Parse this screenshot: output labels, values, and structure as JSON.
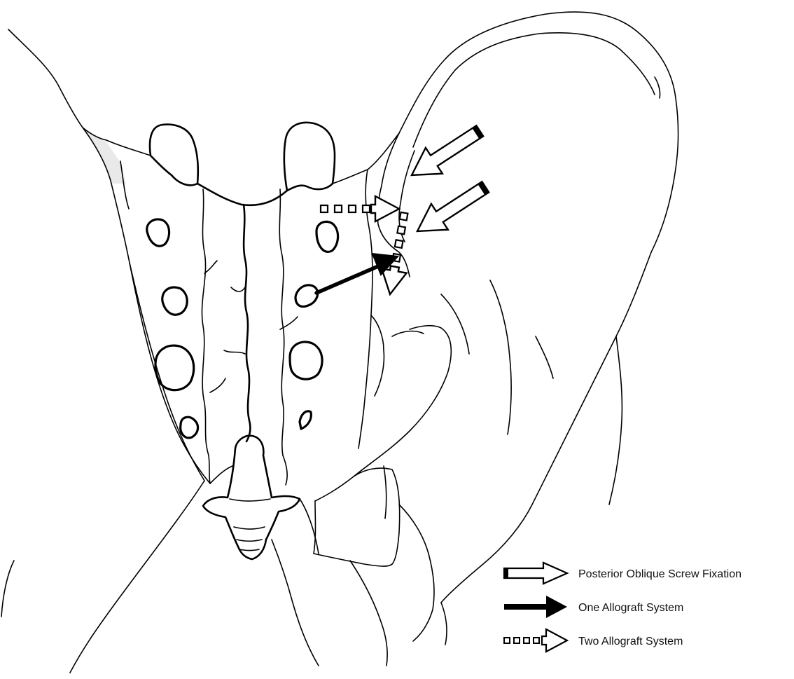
{
  "legend": {
    "items": [
      {
        "label": "Posterior Oblique Screw Fixation",
        "icon": "hollow-arrow"
      },
      {
        "label": "One Allograft System",
        "icon": "solid-arrow"
      },
      {
        "label": "Two Allograft System",
        "icon": "dashed-hollow-arrow"
      }
    ]
  },
  "colors": {
    "ink": "#000000",
    "paper": "#ffffff",
    "shade": "#e9e9e9"
  }
}
